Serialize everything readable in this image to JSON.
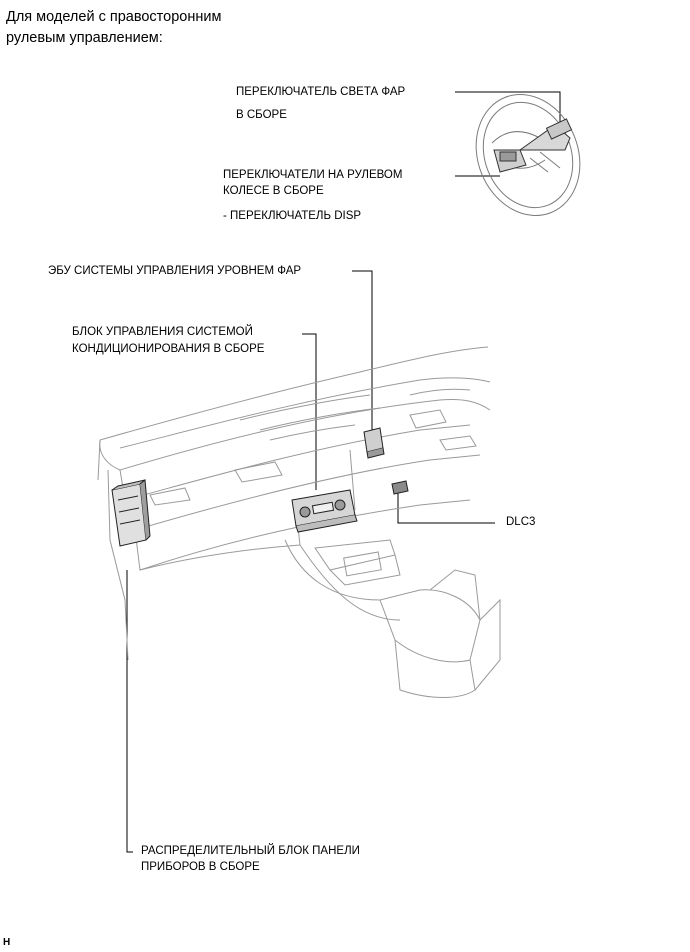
{
  "note": {
    "line1": "Для моделей с правосторонним",
    "line2": "рулевым управлением:"
  },
  "labels": {
    "headlight_switch_1": "ПЕРЕКЛЮЧАТЕЛЬ СВЕТА ФАР",
    "headlight_switch_2": "В СБОРЕ",
    "wheel_switches_1": "ПЕРЕКЛЮЧАТЕЛИ НА РУЛЕВОМ",
    "wheel_switches_2": "КОЛЕСЕ    В СБОРЕ",
    "disp_switch": "- ПЕРЕКЛЮЧАТЕЛЬ DISP",
    "leveling_ecu": "ЭБУ СИСТЕМЫ УПРАВЛЕНИЯ УРОВНЕМ ФАР",
    "ac_control_1": "БЛОК УПРАВЛЕНИЯ СИСТЕМОЙ",
    "ac_control_2": "КОНДИЦИОНИРОВАНИЯ В СБОРЕ",
    "dlc3": "DLC3",
    "junction_block_1": "РАСПРЕДЕЛИТЕЛЬНЫЙ БЛОК ПАНЕЛИ",
    "junction_block_2": "ПРИБОРОВ В СБОРЕ"
  },
  "footer": {
    "code": "H"
  }
}
